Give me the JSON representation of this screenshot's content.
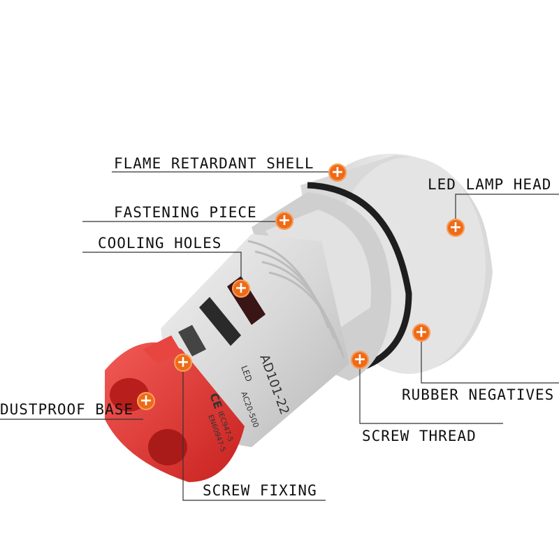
{
  "labels": {
    "flame_retardant_shell": "FLAME RETARDANT SHELL",
    "led_lamp_head": "LED LAMP HEAD",
    "fastening_piece": "FASTENING PIECE",
    "cooling_holes": "COOLING HOLES",
    "rubber_negatives": "RUBBER NEGATIVES",
    "dustproof_base": "DUSTPROOF BASE",
    "screw_thread": "SCREW THREAD",
    "screw_fixing": "SCREW FIXING"
  },
  "product_print": {
    "model": "AD101-22",
    "led": "LED",
    "voltage": "AC20-500",
    "ce": "CE",
    "standard1": "IEC947-5",
    "standard2": "EN60947-5"
  },
  "marker_symbol": "+",
  "colors": {
    "marker": "#ef6a17",
    "base": "#e23a36",
    "body": "#dcdcdc"
  }
}
